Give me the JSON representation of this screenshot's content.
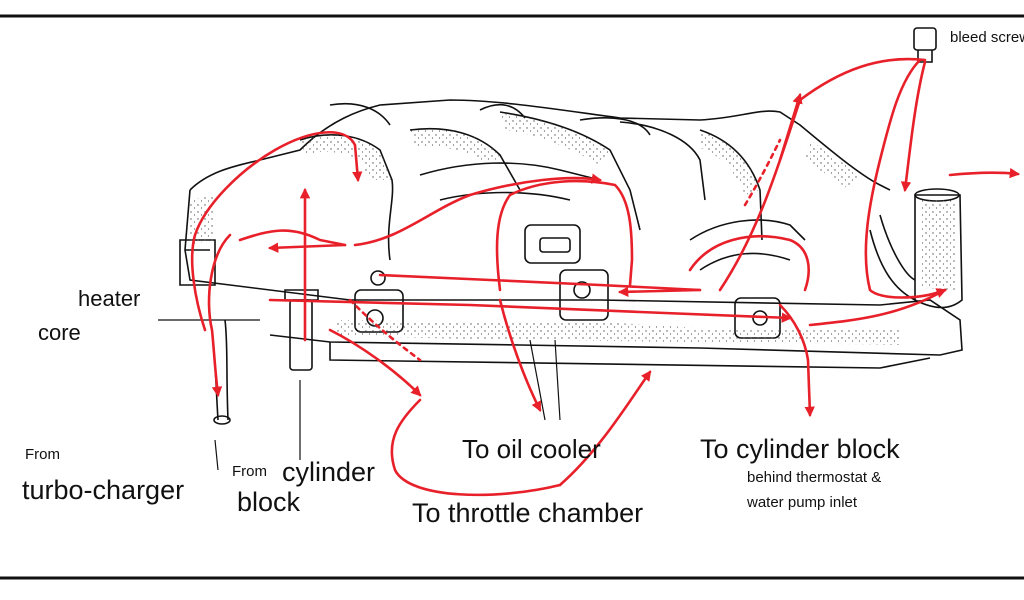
{
  "labels": {
    "heater": "heater",
    "core": "core",
    "from_small": "From",
    "turbo": "turbo-charger",
    "from_small_2": "From",
    "cylinder": "cylinder",
    "block": "block",
    "oil_cooler": "To oil cooler",
    "throttle": "To throttle chamber",
    "cyl_block": "To cylinder block",
    "behind": "behind thermostat &",
    "water_pump": "water pump inlet",
    "bleed": "bleed screw"
  },
  "colors": {
    "ink": "#111111",
    "flow_arrow": "#e8202a",
    "stipple": "#555555"
  }
}
